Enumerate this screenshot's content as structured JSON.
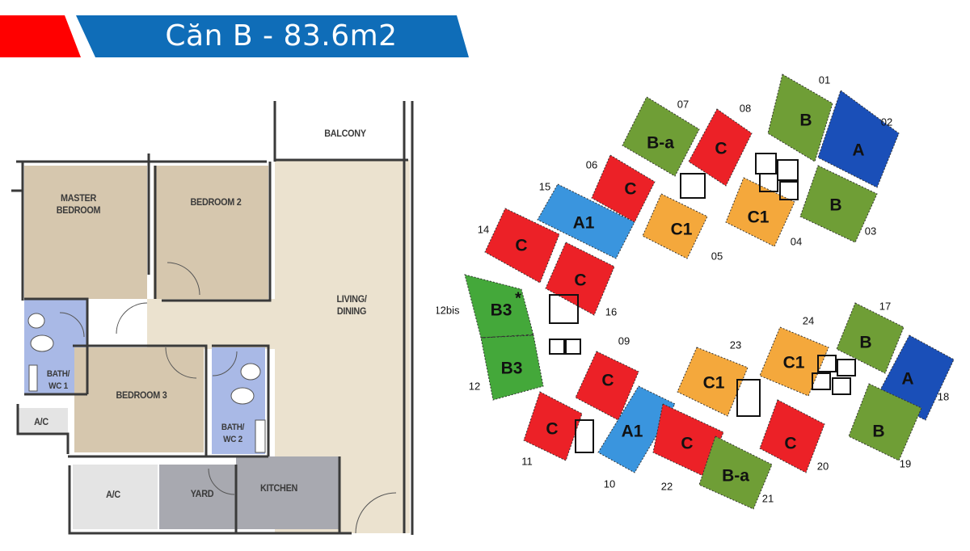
{
  "header": {
    "title": "Căn B - 83.6m2",
    "colors": {
      "red_tab": "#ff0000",
      "blue_banner": "#0f6db8"
    }
  },
  "floorplan": {
    "rooms": [
      {
        "id": "master-bedroom",
        "label": "MASTER\nBEDROOM",
        "color": "#d6c7ae"
      },
      {
        "id": "bedroom-2",
        "label": "BEDROOM 2",
        "color": "#d6c7ae"
      },
      {
        "id": "bedroom-3",
        "label": "BEDROOM 3",
        "color": "#d6c7ae"
      },
      {
        "id": "bath-wc-1",
        "label": "BATH/\nWC 1",
        "color": "#a9b9e6"
      },
      {
        "id": "bath-wc-2",
        "label": "BATH/\nWC 2",
        "color": "#a9b9e6"
      },
      {
        "id": "living-dining",
        "label": "LIVING/\nDINING",
        "color": "#ebe2cf"
      },
      {
        "id": "balcony",
        "label": "BALCONY",
        "color": "#ffffff"
      },
      {
        "id": "ac-1",
        "label": "A/C",
        "color": "#e4e4e4"
      },
      {
        "id": "ac-2",
        "label": "A/C",
        "color": "#e4e4e4"
      },
      {
        "id": "yard",
        "label": "YARD",
        "color": "#a8a9b0"
      },
      {
        "id": "kitchen",
        "label": "KITCHEN",
        "color": "#a8a9b0"
      }
    ]
  },
  "siteplan": {
    "colors": {
      "A": "#1a4fb8",
      "A1": "#3a95de",
      "B": "#6f9e36",
      "B-a": "#6f9e36",
      "B3": "#44a83a",
      "C": "#ec2127",
      "C1": "#f4a83c"
    },
    "units": [
      {
        "no": "01",
        "type": "B"
      },
      {
        "no": "02",
        "type": "A"
      },
      {
        "no": "03",
        "type": "B"
      },
      {
        "no": "04",
        "type": "C1"
      },
      {
        "no": "05",
        "type": "C1"
      },
      {
        "no": "06",
        "type": "C"
      },
      {
        "no": "07",
        "type": "B-a"
      },
      {
        "no": "08",
        "type": "C"
      },
      {
        "no": "09",
        "type": "C"
      },
      {
        "no": "10",
        "type": "A1"
      },
      {
        "no": "11",
        "type": "C"
      },
      {
        "no": "12",
        "type": "B3"
      },
      {
        "no": "12bis",
        "type": "B3",
        "note": "*"
      },
      {
        "no": "14",
        "type": "C"
      },
      {
        "no": "15",
        "type": "A1"
      },
      {
        "no": "16",
        "type": "C"
      },
      {
        "no": "17",
        "type": "B"
      },
      {
        "no": "18",
        "type": "A"
      },
      {
        "no": "19",
        "type": "B"
      },
      {
        "no": "20",
        "type": "C"
      },
      {
        "no": "21",
        "type": "B-a"
      },
      {
        "no": "22",
        "type": "C"
      },
      {
        "no": "23",
        "type": "C1"
      },
      {
        "no": "24",
        "type": "C1"
      }
    ]
  }
}
